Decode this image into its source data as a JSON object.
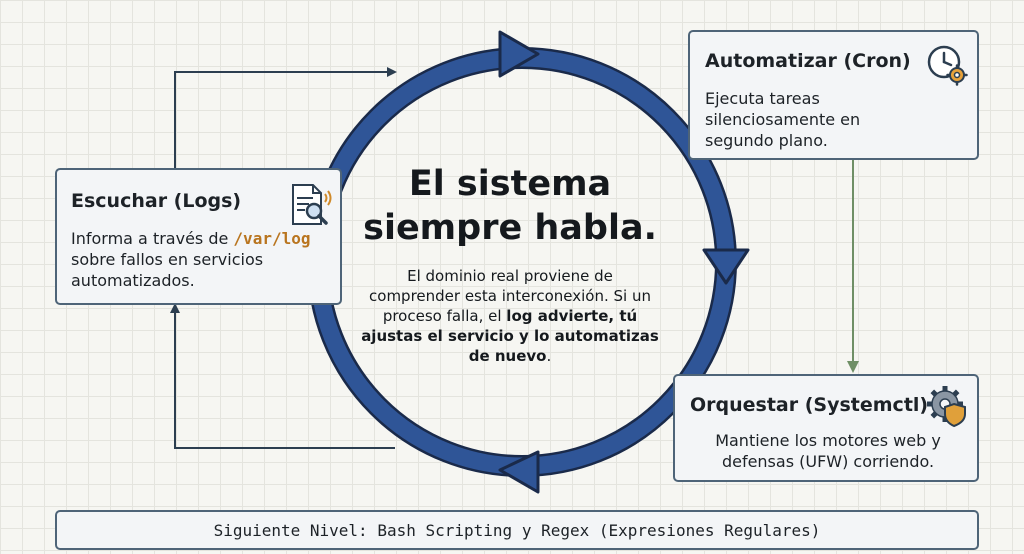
{
  "center": {
    "title_line1": "El sistema",
    "title_line2": "siempre habla.",
    "body_part1": "El dominio real proviene de comprender esta interconexión. Si un proceso falla, el ",
    "body_bold": "log advierte, tú ajustas el servicio y lo automatizas de nuevo",
    "body_part2": "."
  },
  "cards": {
    "logs": {
      "title": "Escuchar (Logs)",
      "body_part1": "Informa a través de ",
      "body_code": "/var/log",
      "body_part2": " sobre fallos en servicios automatizados.",
      "icon": "document-search-icon"
    },
    "cron": {
      "title": "Automatizar (Cron)",
      "body": "Ejecuta tareas silenciosamente en segundo plano.",
      "icon": "clock-gear-icon"
    },
    "systemctl": {
      "title": "Orquestar (Systemctl)",
      "body": "Mantiene los motores web y defensas (UFW) corriendo.",
      "icon": "gear-shield-icon"
    }
  },
  "footer": {
    "label": "Siguiente Nivel: Bash Scripting y Regex (Expresiones Regulares)"
  },
  "colors": {
    "cycle_ring": "#2f5597",
    "ring_outline": "#1a2a4a",
    "connector_dark": "#2c3e50",
    "connector_green": "#6f8f66",
    "accent_code": "#b9751f",
    "card_border": "#4e6478"
  }
}
